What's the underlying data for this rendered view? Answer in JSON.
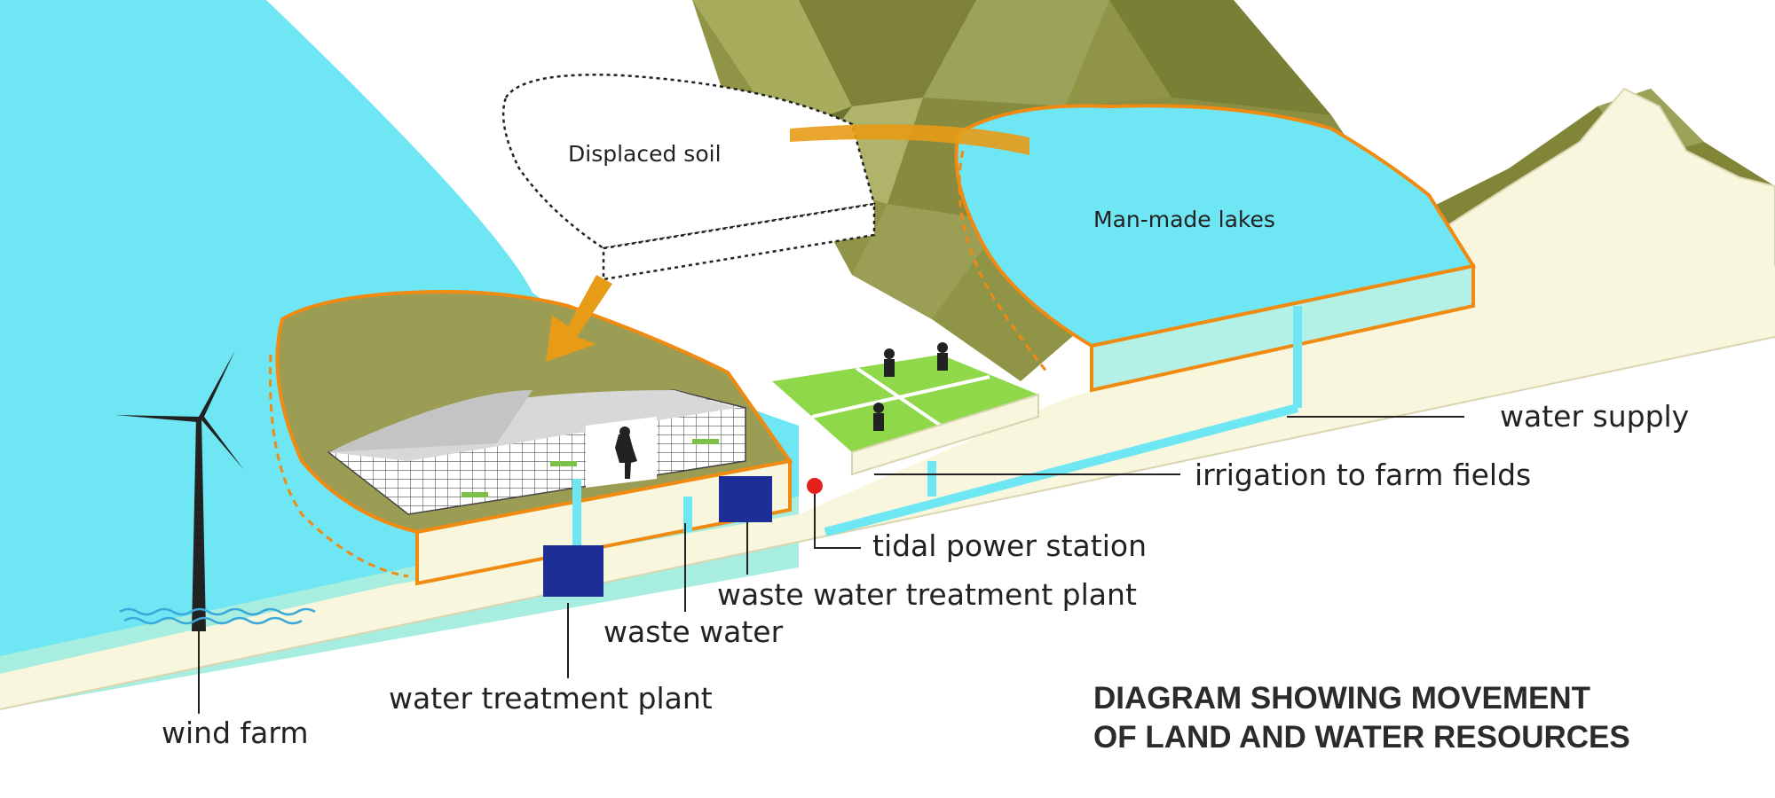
{
  "diagram": {
    "title_line1": "DIAGRAM SHOWING MOVEMENT",
    "title_line2": "OF LAND AND WATER RESOURCES",
    "labels": {
      "displaced_soil": "Displaced soil",
      "man_made_lakes": "Man-made lakes",
      "water_supply": "water supply",
      "irrigation": "irrigation to farm fields",
      "tidal_power": "tidal power station",
      "waste_water_plant": "waste water treatment plant",
      "waste_water": "waste water",
      "water_treatment_plant": "water treatment plant",
      "wind_farm": "wind farm"
    },
    "colors": {
      "sea": "#6ee6f3",
      "mountain": "#8f9446",
      "island": "#9b9d54",
      "outline": "#f08a11",
      "ground": "#f8f6dc",
      "field": "#8fd84a",
      "plant": "#1d2e96",
      "station": "#e4201c",
      "arrow": "#e79b16"
    }
  }
}
